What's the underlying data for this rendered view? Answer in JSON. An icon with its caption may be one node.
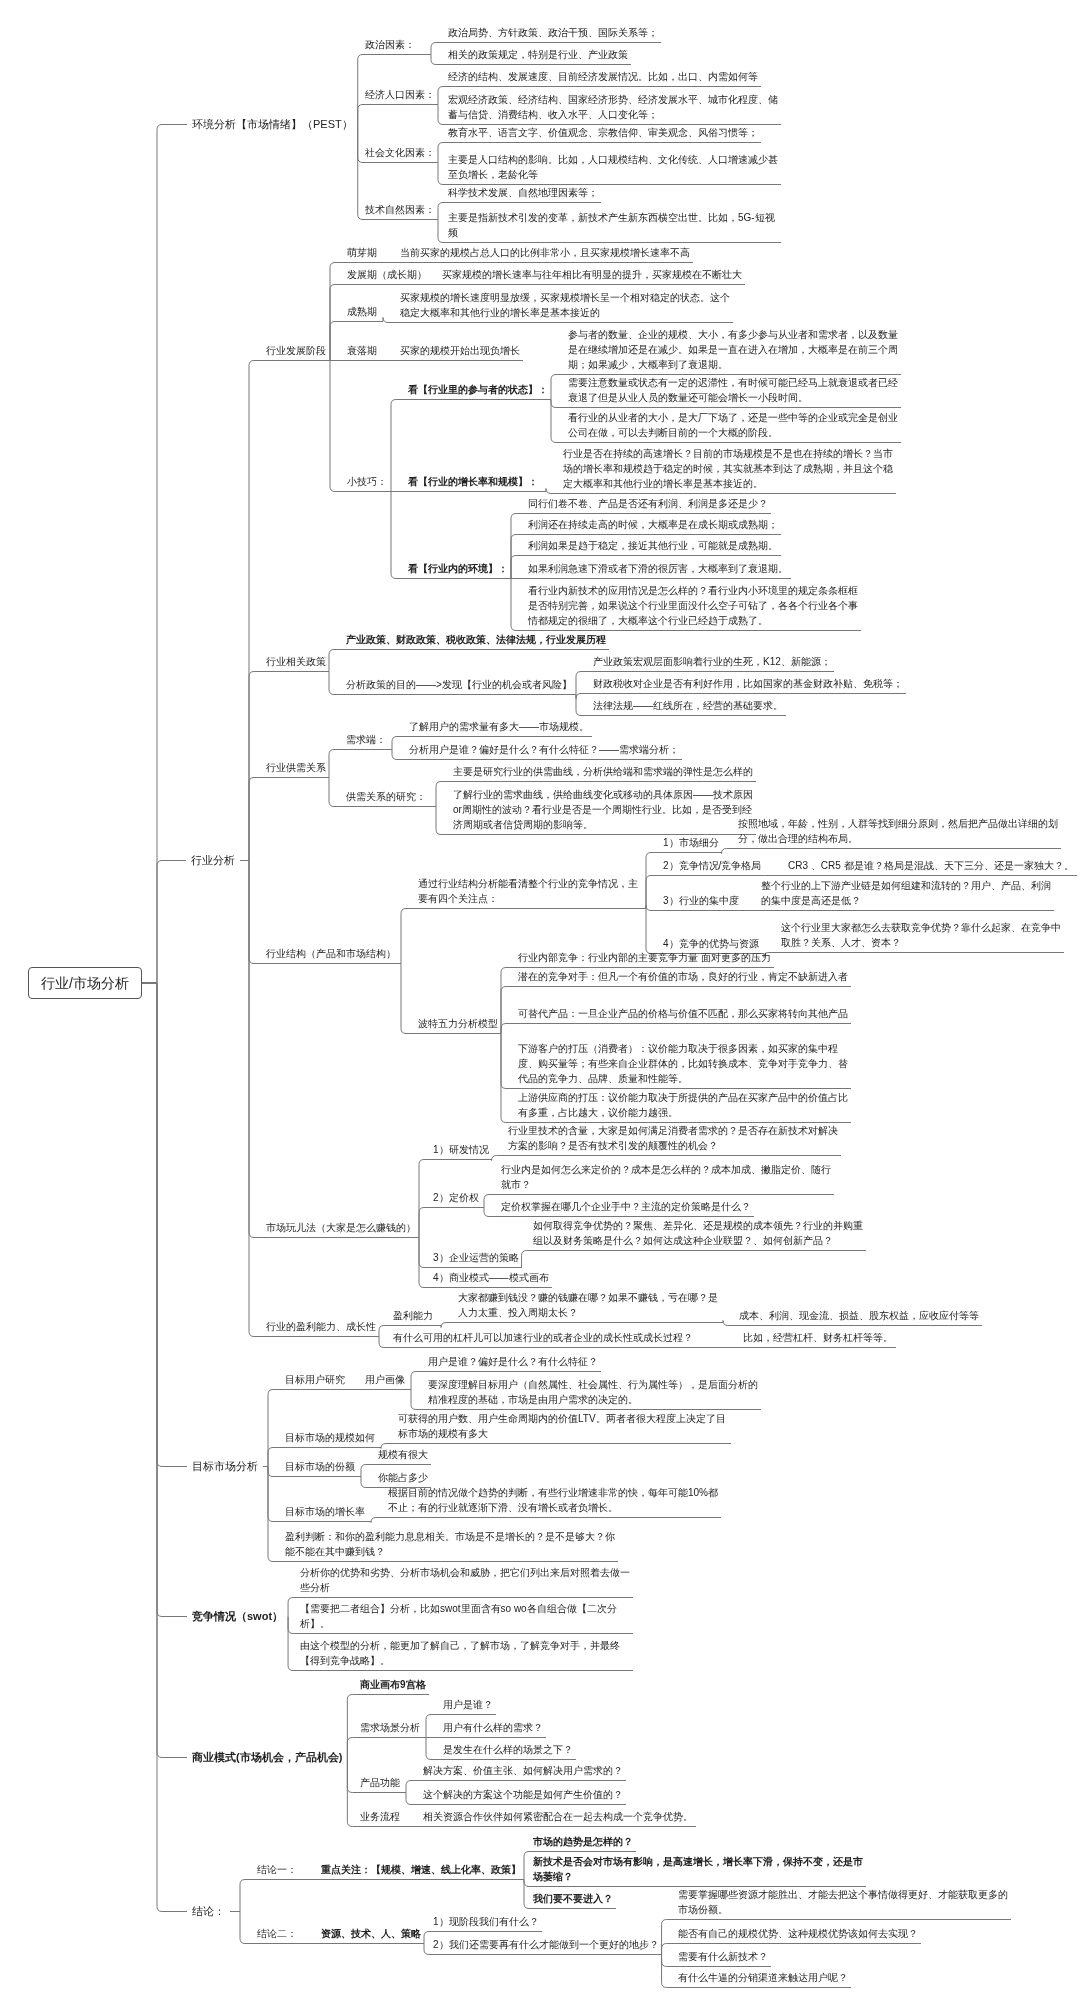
{
  "diagram": {
    "nodes": [
      {
        "text": [
          "行业/市场分析"
        ]
      },
      {
        "text": [
          "环境分析【市场情绪】（PEST）"
        ]
      },
      {
        "text": [
          "政治因素："
        ]
      },
      {
        "text": [
          "政治局势、方针政策、政治干预、国际关系等；"
        ]
      },
      {
        "text": [
          "相关的政策规定，特别是行业、产业政策"
        ]
      },
      {
        "text": [
          "经济人口因素："
        ]
      },
      {
        "text": [
          "经济的结构、发展速度、目前经济发展情况。比如，出口、内需如何等"
        ]
      },
      {
        "text": [
          "宏观经济政策、经济结构、国家经济形势、经济发展水平、城市化程度、储蓄与信贷、消费结构、收入水平、人口变化等；"
        ]
      },
      {
        "text": [
          "社会文化因素："
        ]
      },
      {
        "text": [
          "教育水平、语言文字、价值观念、宗教信仰、审美观念、风俗习惯等；"
        ]
      },
      {
        "text": [
          "主要是人口结构的影响。比如，人口规模结构、文化传统、人口增速减少甚至负增长，老龄化等"
        ]
      },
      {
        "text": [
          "技术自然因素："
        ]
      },
      {
        "text": [
          "科学技术发展、自然地理因素等；"
        ]
      },
      {
        "text": [
          "主要是指新技术引发的变革，新技术产生新东西横空出世。比如，5G-短视频"
        ]
      },
      {
        "text": [
          "行业分析"
        ]
      },
      {
        "text": [
          "行业发展阶段"
        ]
      },
      {
        "text": [
          "萌芽期"
        ]
      },
      {
        "text": [
          "当前买家的规模占总人口的比例非常小，且买家规模增长速率不高"
        ]
      },
      {
        "text": [
          "发展期（成长期）"
        ]
      },
      {
        "text": [
          "买家规模的增长速率与往年相比有明显的提升，买家规模在不断壮大"
        ]
      },
      {
        "text": [
          "成熟期"
        ]
      },
      {
        "text": [
          "买家规模的增长速度明显放缓，买家规模增长呈一个相对稳定的状态。这个稳定大概率和其他行业的增长率是基本接近的"
        ]
      },
      {
        "text": [
          "衰落期"
        ]
      },
      {
        "text": [
          "买家的规模开始出现负增长"
        ]
      },
      {
        "text": [
          "小技巧："
        ]
      },
      {
        "text": [
          "看【行业里的参与者的状态】："
        ]
      },
      {
        "text": [
          "参与者的数量、企业的规模、大小，有多少参与从业者和需求者，以及数量是在继续增加还是在减少。如果是一直在进入在增加，大概率是在前三个周期；如果减少，大概率到了衰退期。"
        ]
      },
      {
        "text": [
          "需要注意数量或状态有一定的迟滞性，有时候可能已经马上就衰退或者已经衰退了但是从业人员的数量还可能会增长一小段时间。"
        ]
      },
      {
        "text": [
          "看行业的从业者的大小，是大厂下场了，还是一些中等的企业或完全是创业公司在做，可以去判断目前的一个大概的阶段。"
        ]
      },
      {
        "text": [
          "看【行业的增长率和规模】："
        ]
      },
      {
        "text": [
          "行业是否在持续的高速增长？目前的市场规模是不是也在持续的增长？当市场的增长率和规模趋于稳定的时候，其实就基本到达了成熟期，并且这个稳定大概率和其他行业的增长率是基本接近的。"
        ]
      },
      {
        "text": [
          "看【行业内的环境】："
        ]
      },
      {
        "text": [
          "同行们卷不卷、产品是否还有利润、利润是多还是少？"
        ]
      },
      {
        "text": [
          "利润还在持续走高的时候，大概率是在成长期或成熟期；"
        ]
      },
      {
        "text": [
          "利润如果是趋于稳定，接近其他行业，可能就是成熟期。"
        ]
      },
      {
        "text": [
          "如果利润急速下滑或者下滑的很厉害，大概率到了衰退期。"
        ]
      },
      {
        "text": [
          "看行业内新技术的应用情况是怎么样的？看行业内小环境里的规定条条框框是否特别完善，如果说这个行业里面没什么空子可钻了，各各个行业各个事情都规定的很细了，大概率这个行业已经趋于成熟了。"
        ]
      },
      {
        "text": [
          "行业相关政策"
        ]
      },
      {
        "text": [
          "产业政策、财政政策、税收政策、法律法规，行业发展历程"
        ]
      },
      {
        "text": [
          "分析政策的目的——>发现【行业的机会或者风险】"
        ]
      },
      {
        "text": [
          "产业政策宏观层面影响着行业的生死，K12、新能源；"
        ]
      },
      {
        "text": [
          "财政税收对企业是否有利好作用，比如国家的基金财政补贴、免税等；"
        ]
      },
      {
        "text": [
          "法律法规——红线所在，经营的基础要求。"
        ]
      },
      {
        "text": [
          "行业供需关系"
        ]
      },
      {
        "text": [
          "需求端："
        ]
      },
      {
        "text": [
          "了解用户的需求量有多大——市场规模。"
        ]
      },
      {
        "text": [
          "分析用户是谁？偏好是什么？有什么特征？——需求端分析；"
        ]
      },
      {
        "text": [
          "供需关系的研究："
        ]
      },
      {
        "text": [
          "主要是研究行业的供需曲线，分析供给端和需求端的弹性是怎么样的"
        ]
      },
      {
        "text": [
          "了解行业的需求曲线，供给曲线变化或移动的具体原因——技术原因or周期性的波动？看行业是否是一个周期性行业。比如，是否受到经济周期或者信贷周期的影响等。"
        ]
      },
      {
        "text": [
          "行业结构（产品和市场结构）"
        ]
      },
      {
        "text": [
          "通过行业结构分析能看清整个行业的竞争情况，主要有四个关注点："
        ]
      },
      {
        "text": [
          "1）市场细分"
        ]
      },
      {
        "text": [
          "按照地域，年龄，性别，人群等找到细分原则，然后把产品做出详细的划分，做出合理的结构布局。"
        ]
      },
      {
        "text": [
          "2）竞争情况/竞争格局"
        ]
      },
      {
        "text": [
          "CR3 、CR5 都是谁？格局是混战、天下三分、还是一家独大？。"
        ]
      },
      {
        "text": [
          "3）行业的集中度"
        ]
      },
      {
        "text": [
          "整个行业的上下游产业链是如何组建和流转的？用户、产品、利润的集中度是高还是低？"
        ]
      },
      {
        "text": [
          "4）竞争的优势与资源"
        ]
      },
      {
        "text": [
          "这个行业里大家都怎么去获取竞争优势？靠什么起家、在竞争中取胜？关系、人才、资本？"
        ]
      },
      {
        "text": [
          "波特五力分析模型"
        ]
      },
      {
        "text": [
          "行业内部竞争：行业内部的主要竞争力量 面对更多的压力"
        ]
      },
      {
        "text": [
          "潜在的竞争对手：但凡一个有价值的市场，良好的行业，肯定不缺新进入者"
        ]
      },
      {
        "text": [
          "可替代产品：一旦企业产品的价格与价值不匹配，那么买家将转向其他产品"
        ]
      },
      {
        "text": [
          "下游客户的打压（消费者）：议价能力取决于很多因素，如买家的集中程度、购买量等；有些来自企业群体的，比如转换成本、竞争对手竞争力、替代品的竞争力、品牌、质量和性能等。"
        ]
      },
      {
        "text": [
          "上游供应商的打压：议价能力取决于所提供的产品在买家产品中的价值占比有多重，占比越大，议价能力越强。"
        ]
      },
      {
        "text": [
          "市场玩儿法（大家是怎么赚钱的）"
        ]
      },
      {
        "text": [
          "1）研发情况"
        ]
      },
      {
        "text": [
          "行业里技术的含量，大家是如何满足消费者需求的？是否存在新技术对解决方案的影响？是否有技术引发的颠覆性的机会？"
        ]
      },
      {
        "text": [
          "2）定价权"
        ]
      },
      {
        "text": [
          "行业内是如何怎么来定价的？成本是怎么样的？成本加成、撇脂定价、随行就市？"
        ]
      },
      {
        "text": [
          "定价权掌握在哪几个企业手中？主流的定价策略是什么？"
        ]
      },
      {
        "text": [
          "3）企业运营的策略"
        ]
      },
      {
        "text": [
          "如何取得竞争优势的？聚焦、差异化、还是规模的成本领先？行业的并购重组以及财务策略是什么？如何达成这种企业联盟？、如何创新产品？"
        ]
      },
      {
        "text": [
          "4）商业模式——模式画布"
        ]
      },
      {
        "text": [
          "行业的盈利能力、成长性"
        ]
      },
      {
        "text": [
          "盈利能力"
        ]
      },
      {
        "text": [
          "大家都赚到钱没？赚的钱赚在哪？如果不赚钱，亏在哪？是人力太重、投入周期太长？"
        ]
      },
      {
        "text": [
          "成本、利润、现金流、损益、股东权益，应收应付等等"
        ]
      },
      {
        "text": [
          "有什么可用的杠杆儿可以加速行业的或者企业的成长性或成长过程？"
        ]
      },
      {
        "text": [
          "比如，经营杠杆、财务杠杆等等。"
        ]
      },
      {
        "text": [
          "目标市场分析"
        ]
      },
      {
        "text": [
          "目标用户研究"
        ]
      },
      {
        "text": [
          "用户画像"
        ]
      },
      {
        "text": [
          "用户是谁？偏好是什么？有什么特征？"
        ]
      },
      {
        "text": [
          "要深度理解目标用户（自然属性、社会属性、行为属性等），是后面分析的精准程度的基础，市场是由用户需求的决定的。"
        ]
      },
      {
        "text": [
          "目标市场的规模如何"
        ]
      },
      {
        "text": [
          "可获得的用户数、用户生命周期内的价值LTV。两者者很大程度上决定了目标市场的规模有多大"
        ]
      },
      {
        "text": [
          "目标市场的份额"
        ]
      },
      {
        "text": [
          "规模有很大"
        ]
      },
      {
        "text": [
          "你能占多少"
        ]
      },
      {
        "text": [
          "目标市场的增长率"
        ]
      },
      {
        "text": [
          "根据目前的情况做个趋势的判断，有些行业增速非常的快，每年可能10%都不止；有的行业就逐渐下滑、没有增长或者负增长。"
        ]
      },
      {
        "text": [
          "盈利判断：和你的盈利能力息息相关。市场是不是增长的？是不是够大？你能不能在其中赚到钱？"
        ]
      },
      {
        "text": [
          "竞争情况（swot）"
        ]
      },
      {
        "text": [
          "分析你的优势和劣势、分析市场机会和威胁，把它们列出来后对照着去做一些分析"
        ]
      },
      {
        "text": [
          "【需要把二者组合】分析，比如swot里面含有so wo各自组合做【二次分析】。"
        ]
      },
      {
        "text": [
          "由这个模型的分析，能更加了解自己，了解市场，了解竞争对手，并最终【得到竞争战略】。"
        ]
      },
      {
        "text": [
          "商业模式(市场机会，产品机会)"
        ]
      },
      {
        "text": [
          "商业画布9宫格"
        ]
      },
      {
        "text": [
          "需求场景分析"
        ]
      },
      {
        "text": [
          "用户是谁？"
        ]
      },
      {
        "text": [
          "用户有什么样的需求？"
        ]
      },
      {
        "text": [
          "是发生在什么样的场景之下？"
        ]
      },
      {
        "text": [
          "产品功能"
        ]
      },
      {
        "text": [
          "解决方案、价值主张、如何解决用户需求的？"
        ]
      },
      {
        "text": [
          "这个解决的方案这个功能是如何产生价值的？"
        ]
      },
      {
        "text": [
          "业务流程"
        ]
      },
      {
        "text": [
          "相关资源合作伙伴如何紧密配合在一起去构成一个竞争优势。"
        ]
      },
      {
        "text": [
          "结论："
        ]
      },
      {
        "text": [
          "结论一："
        ]
      },
      {
        "text": [
          "重点关注：【规模、增速、线上化率、政策】"
        ]
      },
      {
        "text": [
          "市场的趋势是怎样的？"
        ]
      },
      {
        "text": [
          "新技术是否会对市场有影响，是高速增长，增长率下滑，保持不变，还是市场萎缩？"
        ]
      },
      {
        "text": [
          "我们要不要进入？"
        ]
      },
      {
        "text": [
          "结论二："
        ]
      },
      {
        "text": [
          "资源、技术、人、策略"
        ]
      },
      {
        "text": [
          "1）现阶段我们有什么？"
        ]
      },
      {
        "text": [
          "2）我们还需要再有什么才能做到一个更好的地步？"
        ]
      },
      {
        "text": [
          "需要掌握哪些资源才能胜出、才能去把这个事情做得更好、才能获取更多的市场份额。"
        ]
      },
      {
        "text": [
          "能否有自己的规模优势、这种规模优势该如何去实现？"
        ]
      },
      {
        "text": [
          "需要有什么新技术？"
        ]
      },
      {
        "text": [
          "有什么牛逼的分销渠道来触达用户呢？"
        ]
      }
    ],
    "edges": [
      {
        "from": 0,
        "to": 1,
        "arrow": "none"
      },
      {
        "from": 0,
        "to": 14,
        "arrow": "none"
      },
      {
        "from": 0,
        "to": 81,
        "arrow": "none"
      },
      {
        "from": 0,
        "to": 94,
        "arrow": "none"
      },
      {
        "from": 0,
        "to": 98,
        "arrow": "none"
      },
      {
        "from": 0,
        "to": 109,
        "arrow": "none"
      },
      {
        "from": 1,
        "to": 2,
        "arrow": "none"
      },
      {
        "from": 1,
        "to": 5,
        "arrow": "none"
      },
      {
        "from": 1,
        "to": 8,
        "arrow": "none"
      },
      {
        "from": 1,
        "to": 11,
        "arrow": "none"
      },
      {
        "from": 2,
        "to": 3,
        "arrow": "none"
      },
      {
        "from": 2,
        "to": 4,
        "arrow": "none"
      },
      {
        "from": 5,
        "to": 6,
        "arrow": "none"
      },
      {
        "from": 5,
        "to": 7,
        "arrow": "none"
      },
      {
        "from": 8,
        "to": 9,
        "arrow": "none"
      },
      {
        "from": 8,
        "to": 10,
        "arrow": "none"
      },
      {
        "from": 11,
        "to": 12,
        "arrow": "none"
      },
      {
        "from": 11,
        "to": 13,
        "arrow": "none"
      },
      {
        "from": 14,
        "to": 15,
        "arrow": "none"
      },
      {
        "from": 14,
        "to": 37,
        "arrow": "none"
      },
      {
        "from": 14,
        "to": 43,
        "arrow": "none"
      },
      {
        "from": 14,
        "to": 50,
        "arrow": "none"
      },
      {
        "from": 14,
        "to": 66,
        "arrow": "none"
      },
      {
        "from": 14,
        "to": 75,
        "arrow": "none"
      },
      {
        "from": 15,
        "to": 16,
        "arrow": "none"
      },
      {
        "from": 15,
        "to": 18,
        "arrow": "none"
      },
      {
        "from": 15,
        "to": 20,
        "arrow": "none"
      },
      {
        "from": 15,
        "to": 22,
        "arrow": "none"
      },
      {
        "from": 15,
        "to": 24,
        "arrow": "none"
      },
      {
        "from": 16,
        "to": 17,
        "arrow": "none"
      },
      {
        "from": 18,
        "to": 19,
        "arrow": "none"
      },
      {
        "from": 20,
        "to": 21,
        "arrow": "none"
      },
      {
        "from": 22,
        "to": 23,
        "arrow": "none"
      },
      {
        "from": 24,
        "to": 25,
        "arrow": "none"
      },
      {
        "from": 24,
        "to": 29,
        "arrow": "none"
      },
      {
        "from": 24,
        "to": 31,
        "arrow": "none"
      },
      {
        "from": 25,
        "to": 26,
        "arrow": "none"
      },
      {
        "from": 25,
        "to": 27,
        "arrow": "none"
      },
      {
        "from": 25,
        "to": 28,
        "arrow": "none"
      },
      {
        "from": 29,
        "to": 30,
        "arrow": "none"
      },
      {
        "from": 31,
        "to": 32,
        "arrow": "none"
      },
      {
        "from": 31,
        "to": 33,
        "arrow": "none"
      },
      {
        "from": 31,
        "to": 34,
        "arrow": "none"
      },
      {
        "from": 31,
        "to": 35,
        "arrow": "none"
      },
      {
        "from": 31,
        "to": 36,
        "arrow": "none"
      },
      {
        "from": 37,
        "to": 38,
        "arrow": "none"
      },
      {
        "from": 37,
        "to": 39,
        "arrow": "none"
      },
      {
        "from": 39,
        "to": 40,
        "arrow": "none"
      },
      {
        "from": 39,
        "to": 41,
        "arrow": "none"
      },
      {
        "from": 39,
        "to": 42,
        "arrow": "none"
      },
      {
        "from": 43,
        "to": 44,
        "arrow": "none"
      },
      {
        "from": 43,
        "to": 47,
        "arrow": "none"
      },
      {
        "from": 44,
        "to": 45,
        "arrow": "none"
      },
      {
        "from": 44,
        "to": 46,
        "arrow": "none"
      },
      {
        "from": 47,
        "to": 48,
        "arrow": "none"
      },
      {
        "from": 47,
        "to": 49,
        "arrow": "none"
      },
      {
        "from": 50,
        "to": 51,
        "arrow": "none"
      },
      {
        "from": 50,
        "to": 60,
        "arrow": "none"
      },
      {
        "from": 51,
        "to": 52,
        "arrow": "none"
      },
      {
        "from": 51,
        "to": 54,
        "arrow": "none"
      },
      {
        "from": 51,
        "to": 56,
        "arrow": "none"
      },
      {
        "from": 51,
        "to": 58,
        "arrow": "none"
      },
      {
        "from": 52,
        "to": 53,
        "arrow": "none"
      },
      {
        "from": 54,
        "to": 55,
        "arrow": "none"
      },
      {
        "from": 56,
        "to": 57,
        "arrow": "none"
      },
      {
        "from": 58,
        "to": 59,
        "arrow": "none"
      },
      {
        "from": 60,
        "to": 61,
        "arrow": "none"
      },
      {
        "from": 60,
        "to": 62,
        "arrow": "none"
      },
      {
        "from": 60,
        "to": 63,
        "arrow": "none"
      },
      {
        "from": 60,
        "to": 64,
        "arrow": "none"
      },
      {
        "from": 60,
        "to": 65,
        "arrow": "none"
      },
      {
        "from": 66,
        "to": 67,
        "arrow": "none"
      },
      {
        "from": 66,
        "to": 69,
        "arrow": "none"
      },
      {
        "from": 66,
        "to": 72,
        "arrow": "none"
      },
      {
        "from": 66,
        "to": 74,
        "arrow": "none"
      },
      {
        "from": 67,
        "to": 68,
        "arrow": "none"
      },
      {
        "from": 69,
        "to": 70,
        "arrow": "none"
      },
      {
        "from": 69,
        "to": 71,
        "arrow": "none"
      },
      {
        "from": 72,
        "to": 73,
        "arrow": "none"
      },
      {
        "from": 75,
        "to": 76,
        "arrow": "none"
      },
      {
        "from": 75,
        "to": 79,
        "arrow": "none"
      },
      {
        "from": 76,
        "to": 77,
        "arrow": "none"
      },
      {
        "from": 77,
        "to": 78,
        "arrow": "none"
      },
      {
        "from": 79,
        "to": 80,
        "arrow": "none"
      },
      {
        "from": 81,
        "to": 82,
        "arrow": "none"
      },
      {
        "from": 81,
        "to": 86,
        "arrow": "none"
      },
      {
        "from": 81,
        "to": 88,
        "arrow": "none"
      },
      {
        "from": 81,
        "to": 91,
        "arrow": "none"
      },
      {
        "from": 81,
        "to": 93,
        "arrow": "none"
      },
      {
        "from": 82,
        "to": 83,
        "arrow": "none"
      },
      {
        "from": 83,
        "to": 84,
        "arrow": "none"
      },
      {
        "from": 83,
        "to": 85,
        "arrow": "none"
      },
      {
        "from": 86,
        "to": 87,
        "arrow": "none"
      },
      {
        "from": 88,
        "to": 89,
        "arrow": "none"
      },
      {
        "from": 88,
        "to": 90,
        "arrow": "none"
      },
      {
        "from": 91,
        "to": 92,
        "arrow": "none"
      },
      {
        "from": 94,
        "to": 95,
        "arrow": "none"
      },
      {
        "from": 94,
        "to": 96,
        "arrow": "none"
      },
      {
        "from": 94,
        "to": 97,
        "arrow": "none"
      },
      {
        "from": 98,
        "to": 99,
        "arrow": "none"
      },
      {
        "from": 98,
        "to": 100,
        "arrow": "none"
      },
      {
        "from": 98,
        "to": 104,
        "arrow": "none"
      },
      {
        "from": 98,
        "to": 107,
        "arrow": "none"
      },
      {
        "from": 100,
        "to": 101,
        "arrow": "none"
      },
      {
        "from": 100,
        "to": 102,
        "arrow": "none"
      },
      {
        "from": 100,
        "to": 103,
        "arrow": "none"
      },
      {
        "from": 104,
        "to": 105,
        "arrow": "none"
      },
      {
        "from": 104,
        "to": 106,
        "arrow": "none"
      },
      {
        "from": 107,
        "to": 108,
        "arrow": "none"
      },
      {
        "from": 109,
        "to": 110,
        "arrow": "none"
      },
      {
        "from": 109,
        "to": 115,
        "arrow": "none"
      },
      {
        "from": 110,
        "to": 111,
        "arrow": "none"
      },
      {
        "from": 111,
        "to": 112,
        "arrow": "none"
      },
      {
        "from": 111,
        "to": 113,
        "arrow": "none"
      },
      {
        "from": 111,
        "to": 114,
        "arrow": "none"
      },
      {
        "from": 115,
        "to": 116,
        "arrow": "none"
      },
      {
        "from": 116,
        "to": 117,
        "arrow": "none"
      },
      {
        "from": 116,
        "to": 118,
        "arrow": "none"
      },
      {
        "from": 118,
        "to": 119,
        "arrow": "none"
      },
      {
        "from": 118,
        "to": 120,
        "arrow": "none"
      },
      {
        "from": 118,
        "to": 121,
        "arrow": "none"
      },
      {
        "from": 118,
        "to": 122,
        "arrow": "none"
      }
    ]
  }
}
